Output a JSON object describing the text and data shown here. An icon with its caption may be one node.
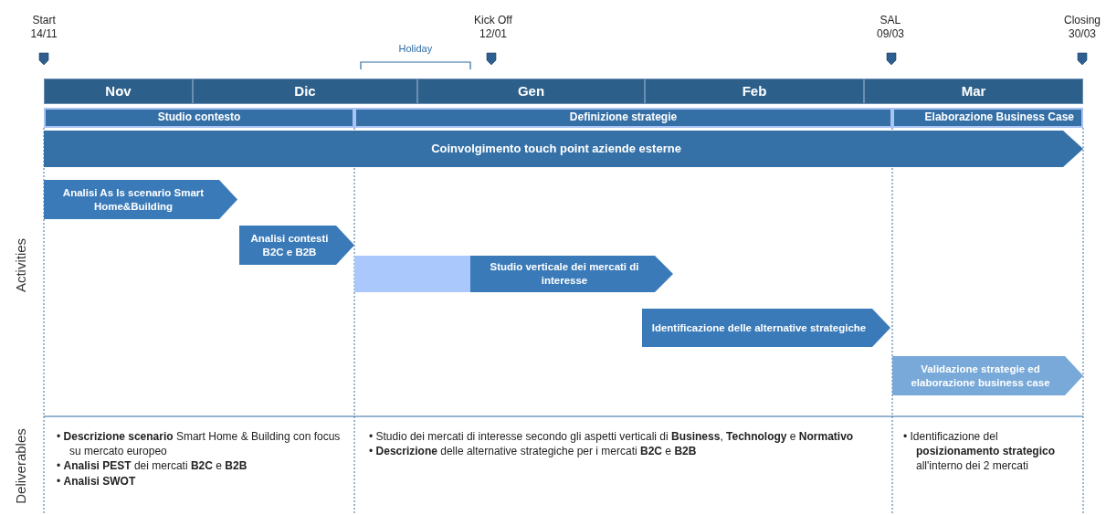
{
  "diagram": {
    "nodes": [
      {
        "text": [
          "Nov"
        ]
      },
      {
        "text": [
          "Dic"
        ]
      },
      {
        "text": [
          "Gen"
        ]
      },
      {
        "text": [
          "Feb"
        ]
      },
      {
        "text": [
          "Mar"
        ]
      },
      {
        "text": [
          "Studio contesto"
        ]
      },
      {
        "text": [
          "Definizione strategie"
        ]
      },
      {
        "text": [
          "Elaborazione Business Case"
        ]
      },
      {
        "text": [
          "Coinvolgimento touch point aziende esterne"
        ]
      },
      {
        "text": [
          "Analisi As Is scenario Smart Home&Building"
        ]
      },
      {
        "text": [
          "Analisi contesti B2C e B2B"
        ]
      },
      {
        "text": [],
        "shape": "bar"
      },
      {
        "text": [
          "Studio verticale dei mercati di interesse"
        ]
      },
      {
        "text": [
          "Identificazione delle alternative strategiche"
        ]
      },
      {
        "text": [
          "Validazione strategie ed elaborazione business case"
        ]
      }
    ],
    "labels": [
      "Start",
      "14/11",
      "Kick Off",
      "12/01",
      "SAL",
      "09/03",
      "Closing",
      "30/03",
      "Holiday",
      "Activities",
      "Deliverables",
      "• **Descrizione scenario** Smart Home & Building con focus su mercato europeo",
      "• **Analisi PEST** dei mercati **B2C** e **B2B**",
      "• **Analisi SWOT**",
      "• Studio dei mercati di interesse secondo gli aspetti verticali di **Business**, **Technology** e **Normativo**",
      "• **Descrizione** delle alternative strategiche per i mercati **B2C** e **B2B**",
      "• Identificazione del **posizionamento strategico** all'interno dei 2 mercati"
    ]
  }
}
